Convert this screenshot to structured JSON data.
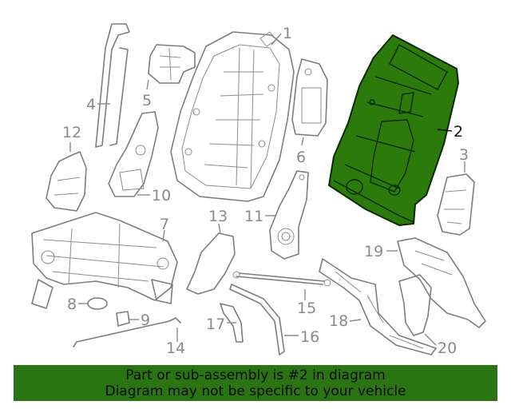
{
  "callouts": [
    {
      "label": "1"
    },
    {
      "label": "2"
    },
    {
      "label": "3"
    },
    {
      "label": "4"
    },
    {
      "label": "5"
    },
    {
      "label": "6"
    },
    {
      "label": "7"
    },
    {
      "label": "8"
    },
    {
      "label": "9"
    },
    {
      "label": "10"
    },
    {
      "label": "11"
    },
    {
      "label": "12"
    },
    {
      "label": "13"
    },
    {
      "label": "14"
    },
    {
      "label": "15"
    },
    {
      "label": "16"
    },
    {
      "label": "17"
    },
    {
      "label": "18"
    },
    {
      "label": "19"
    },
    {
      "label": "20"
    }
  ],
  "highlight": {
    "part_number": "2",
    "fill": "#2b7a0b",
    "stroke": "#0a2a00"
  },
  "banner": {
    "line1": "Part or sub-assembly is #2 in diagram",
    "line2": "Diagram may not be specific to your vehicle",
    "color": "#2b7413"
  }
}
